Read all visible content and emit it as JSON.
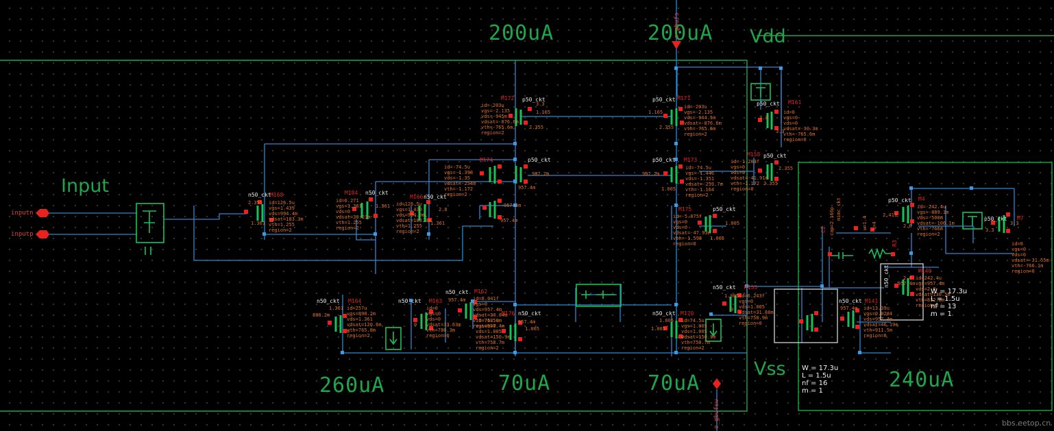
{
  "currents": {
    "top_left": "200uA",
    "top_right": "200uA",
    "bottom_1": "260uA",
    "bottom_2": "70uA",
    "bottom_3": "70uA",
    "bottom_4": "240uA"
  },
  "sections": {
    "input": "Input",
    "vdd": "Vdd",
    "vss": "Vss"
  },
  "pins": {
    "inputn": "inputn",
    "inputp": "inputp",
    "top": "o_gbufs",
    "bottom": "o_gbufsw"
  },
  "transistors": [
    {
      "name": "M168",
      "model": "n50_ckt",
      "params": "id=126.5u\nvgs=1.439\nvds=994.4m\nvdsat=183.3m\nvth=1.255\nregion=2"
    },
    {
      "name": "M184",
      "model": "n50_ckt",
      "params": "id=6.271\nvgs=1.361\nvds=0\nvdsat=30.23m\nvth=1.255\nregion=2"
    },
    {
      "name": "M166",
      "model": "n50_ckt",
      "params": "id=126.5u\nvgs=1.439\nvds=994.9m\nvdsat=183.3m\nvth=1.255\nregion=2"
    },
    {
      "name": "M172",
      "model": "p50_ckt",
      "params": "id=-203u\nvgs=-2.135\nvds=-945m\nvdsat=-876.6m\nvth=-765.6m\nregion=2"
    },
    {
      "name": "M171",
      "model": "p50_ckt",
      "params": "id=-203u\nvgs=-2.135\nvds=-944.5m\nvdsat=-876.6m\nvth=-765.6m\nregion=2"
    },
    {
      "name": "M174",
      "model": "p50_ckt",
      "params": "id=-74.5u\nvgs=-1.398\nvds=-1.35\nvdsat=-254m\nvth=-1.172\nregion=2"
    },
    {
      "name": "M173",
      "model": "p50_ckt",
      "params": "id=-74.5u\nvgs=-1.446\nvds=-1.351\nvdsat=-253.7m\nvth=-1.164\nregion=2"
    },
    {
      "name": "M175",
      "model": "p50_ckt",
      "params": "id=-5.875f\nvgs=0\nvds=0\nvdsat=-47.93m\nvth=-1.598\nregion=0"
    },
    {
      "name": "M161",
      "model": "p50_ckt",
      "params": "id=0\nvgs=0\nvds=0\nvdsat=-30.3m\nvth=-765.6m\nregion=0"
    },
    {
      "name": "M158",
      "model": "p50_ckt",
      "params": "id=-1.203f\nvgs=0\nvds=0\nvdsat=-41.91m\nvth=-1.172\nregion=0"
    },
    {
      "name": "M164",
      "model": "n50_ckt",
      "params": "id=257u\nvgs=898.2m\nvds=1.361\nvdsat=120.6m\nvth=765.8m\nregion=2"
    },
    {
      "name": "M163",
      "model": "n50_ckt",
      "params": "id=0\nvgs=0\nvds=0\nvdsat=33.63m\nvth=786.3m\nregion=0"
    },
    {
      "name": "M162",
      "model": "n50_ckt",
      "params": "id=8.041f\nvgs=0\nvds=957.4m\nvdsat=30.84m\nvth=758.9m\nregion=0"
    },
    {
      "name": "M176",
      "model": "n50_ckt",
      "params": "id=74.5u\nvgs=957.4m\nvds=1.005\nvdsat=150.9m\nvth=758.7m\nregion=2"
    },
    {
      "name": "M170",
      "model": "n50_ckt",
      "params": "id=74.5u\nvgs=1.005\nvds=1.005\nvdsat=150.9m\nvth=758.7m\nregion=2"
    },
    {
      "name": "M155",
      "model": "n50_ckt",
      "params": "id=6.243f\nvgs=0\nvds=1.005\nvdsat=31.88m\nvth=758.9m\nregion=0"
    },
    {
      "name": "M4",
      "model": "p50_ckt",
      "params": "id=-242.4u\nvgs=-889.1m\nvds=-500m\nvdsat=-106.1m\nvth=-766m\nregion=2"
    },
    {
      "name": "M7",
      "model": "p50_ckt",
      "params": "id=0\nvgs=0\nvds=0\nvdsat=-31.55m\nvth=-766.1m\nregion=0"
    },
    {
      "name": "M140",
      "model": "n50_ckt",
      "params": "id=242.4u\nvgs=957.4m\nvds=2.8\nvdsat=136.5m\nvth=832.8m\nregion=2"
    },
    {
      "name": "M141",
      "model": "n50_ckt",
      "params": "id=13.39u\nvgs=0.0284\nvds=957.4m\nvdsat=46.19m\nvth=911.5m\nregion=0"
    }
  ],
  "node_voltages": {
    "v_2355a": "2.355",
    "v_3_3": "3.3",
    "v_1165": "1.165",
    "v_9072": "907.2m",
    "v_9574": "957.4m",
    "v_1005": "1.005",
    "v_1361": "1.361",
    "v_2_8": "2.8",
    "v_8982": "898.2m",
    "v_0": "0",
    "v_2411": "2.411",
    "v_2_6": "2.6"
  },
  "cap": {
    "name": "C2",
    "label1": "cap=2.166p",
    "label2": "mimc_ckt"
  },
  "res": {
    "name": "R3",
    "label1": "w=1.4",
    "label2": "l=4"
  },
  "size_box_1": "W = 17.3u\nL = 1.5u\nnf = 13\nm = 1",
  "size_box_2": "W = 17.3u\nL = 1.5u\nnf = 16\nm = 1",
  "watermark": "bbs.eetop.cn",
  "colors": {
    "wire": "#2f88d0",
    "device": "#17c25a",
    "label": "#1fa64a",
    "highlight": "#1fa64a",
    "pin": "#e8221e"
  }
}
